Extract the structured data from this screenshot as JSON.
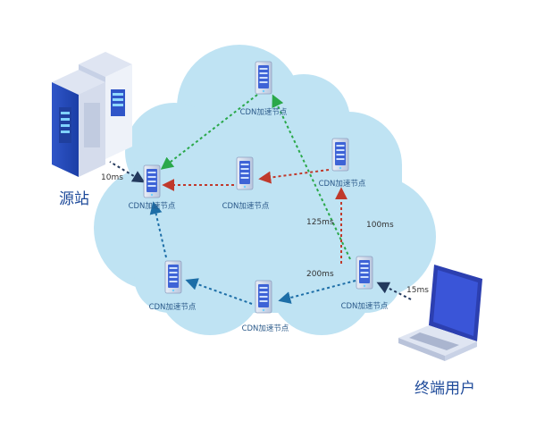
{
  "origin": {
    "label": "源站"
  },
  "user": {
    "label": "终端用户"
  },
  "node_label": "CDN加速节点",
  "latencies": {
    "origin_link": "10ms",
    "user_link": "15ms",
    "red_path": "100ms",
    "green_path": "125ms",
    "blue_path": "200ms"
  },
  "colors": {
    "cloud": "#bfe3f3",
    "red": "#c0392b",
    "green": "#2aa84a",
    "blue": "#1d6ea7",
    "dark": "#23395d",
    "server": "#3e63d6"
  },
  "icons": [
    "server-icon",
    "rack-server-icon",
    "laptop-icon"
  ]
}
